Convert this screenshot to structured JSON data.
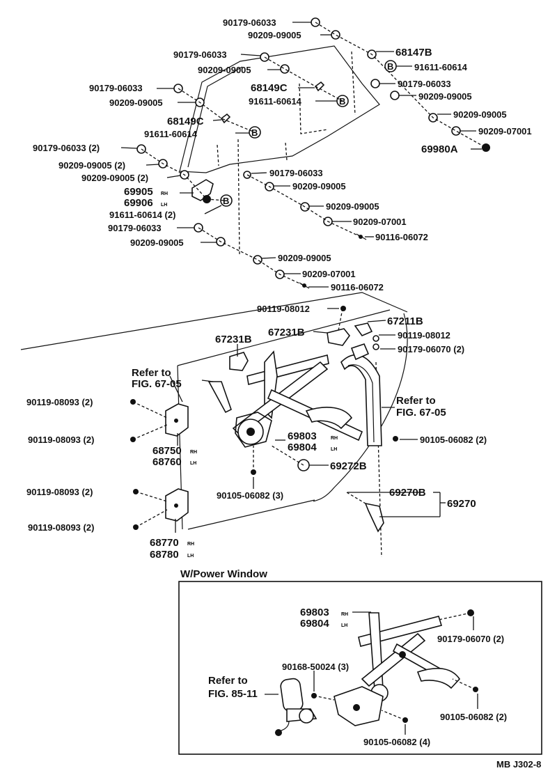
{
  "parts": {
    "p1": "90179-06033",
    "p2": "90209-09005",
    "p3": "90179-06033",
    "p4": "90209-09005",
    "p5": "68147B",
    "p6": "91611-60614",
    "p7": "90179-06033",
    "p8": "68149C",
    "p9": "90209-09005",
    "p10": "91611-60614",
    "p11": "90209-09005",
    "p12": "90179-06033",
    "p13": "90209-09005",
    "p14": "68149C",
    "p15": "91611-60614",
    "p16": "90209-07001",
    "p17": "90179-06033 (2)",
    "p18": "69980A",
    "p19": "90209-09005 (2)",
    "p20": "90179-06033",
    "p21": "90209-09005 (2)",
    "p22": "90209-09005",
    "p23": "69905",
    "p24": "69906",
    "p25": "90209-09005",
    "p26": "91611-60614 (2)",
    "p27": "90209-07001",
    "p28": "90179-06033",
    "p29": "90116-06072",
    "p30": "90209-09005",
    "p31": "90209-09005",
    "p32": "90209-07001",
    "p33": "90116-06072",
    "p34": "90119-08012",
    "p35": "67211B",
    "p36": "67231B",
    "p37": "90119-08012",
    "p38": "67231B",
    "p39": "90179-06070 (2)",
    "p40": "90119-08093 (2)",
    "p41": "90119-08093 (2)",
    "p42": "68750",
    "p43": "68760",
    "p44": "69803",
    "p45": "69804",
    "p46": "90105-06082 (2)",
    "p47": "69272B",
    "p48": "90105-06082 (3)",
    "p49": "69270B",
    "p50": "69270",
    "p51": "90119-08093 (2)",
    "p52": "90119-08093 (2)",
    "p53": "68770",
    "p54": "68780",
    "p55": "69803",
    "p56": "69804",
    "p57": "90179-06070 (2)",
    "p58": "90168-50024 (3)",
    "p59": "90105-06082 (2)",
    "p60": "90105-06082 (4)"
  },
  "refs": {
    "fig67_line1": "Refer to",
    "fig67_line2": "FIG. 67-05",
    "fig67b_line1": "Refer to",
    "fig67b_line2": "FIG. 67-05",
    "fig85_line1": "Refer to",
    "fig85_line2": "FIG. 85-11"
  },
  "sides": {
    "rh": "RH",
    "lh": "LH"
  },
  "bolt_letter": "B",
  "inset": {
    "title": "W/Power Window"
  },
  "code": "MB J302-8"
}
